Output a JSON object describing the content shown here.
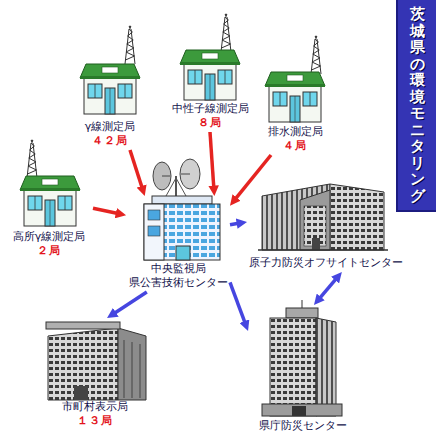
{
  "diagram": {
    "title": "茨城県の環境モニタリング",
    "nodes": [
      {
        "text": [
          "γ線測定局",
          "４２局"
        ]
      },
      {
        "text": [
          "中性子線測定局",
          "８局"
        ]
      },
      {
        "text": [
          "排水測定局",
          "４局"
        ]
      },
      {
        "text": [
          "高所γ線測定局",
          "２局"
        ]
      },
      {
        "text": [
          "中央監視局",
          "県公害技術センター"
        ]
      },
      {
        "text": [
          "原子力防災オフサイトセンター"
        ]
      },
      {
        "text": [
          "市町村表示局",
          "１３局"
        ]
      },
      {
        "text": [
          "県庁防災センター"
        ]
      }
    ],
    "edges": [
      {
        "from": 0,
        "to": 4,
        "arrow": "to"
      },
      {
        "from": 1,
        "to": 4,
        "arrow": "to"
      },
      {
        "from": 2,
        "to": 4,
        "arrow": "to"
      },
      {
        "from": 3,
        "to": 4,
        "arrow": "to"
      },
      {
        "from": 4,
        "to": 5,
        "arrow": "to"
      },
      {
        "from": 4,
        "to": 6,
        "arrow": "to"
      },
      {
        "from": 4,
        "to": 7,
        "arrow": "to"
      },
      {
        "from": 5,
        "to": 7,
        "arrow": "both"
      }
    ]
  }
}
